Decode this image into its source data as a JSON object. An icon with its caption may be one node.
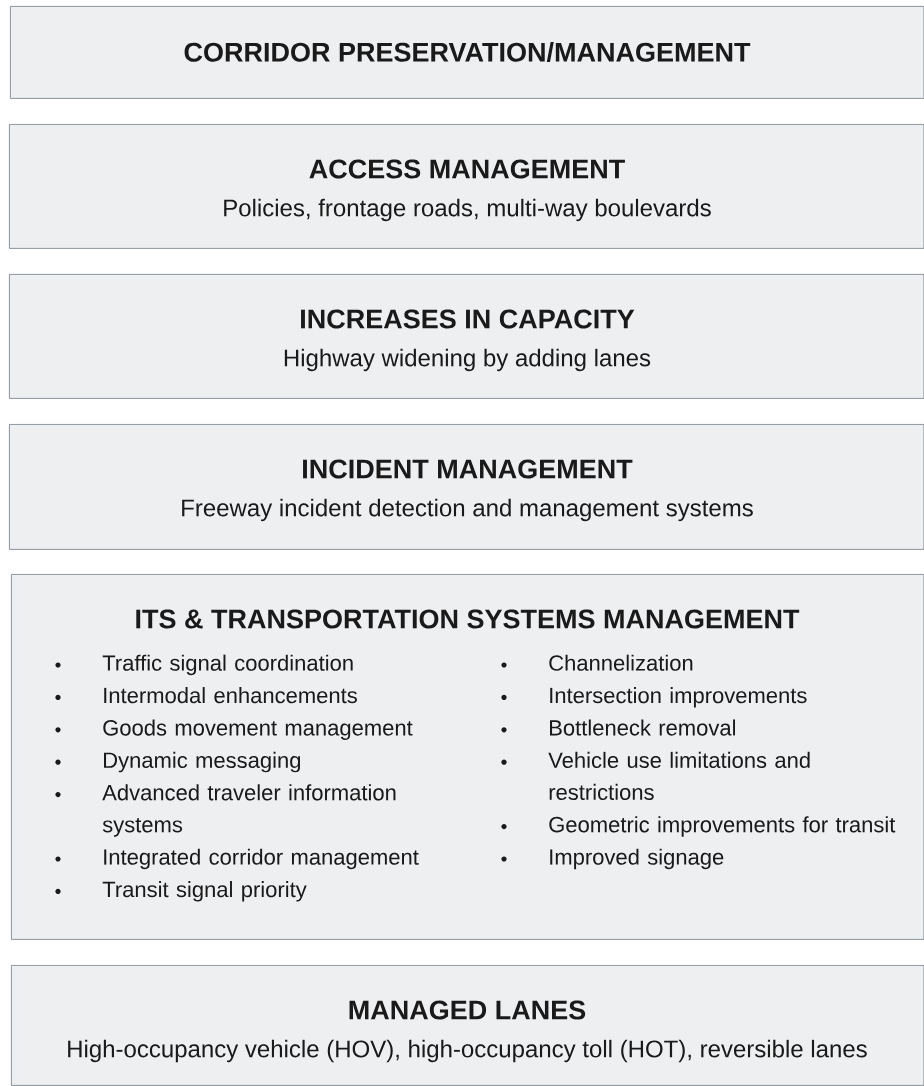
{
  "diagram": {
    "nodes": [
      {
        "text": [
          "CORRIDOR PRESERVATION/MANAGEMENT"
        ]
      },
      {
        "text": [
          "ACCESS MANAGEMENT",
          "Policies, frontage roads, multi-way boulevards"
        ]
      },
      {
        "text": [
          "INCREASES IN CAPACITY",
          "Highway widening by adding lanes"
        ]
      },
      {
        "text": [
          "INCIDENT MANAGEMENT",
          "Freeway incident detection and management systems"
        ]
      },
      {
        "text": [
          "ITS & TRANSPORTATION SYSTEMS MANAGEMENT",
          "Traffic signal coordination",
          "Intermodal enhancements",
          "Goods movement management",
          "Dynamic messaging",
          "Advanced traveler information systems",
          "Integrated corridor management",
          "Transit signal priority",
          "Channelization",
          "Intersection improvements",
          "Bottleneck removal",
          "Vehicle use limitations and restrictions",
          "Geometric improvements for transit",
          "Improved signage"
        ]
      },
      {
        "text": [
          "MANAGED LANES",
          "High-occupancy vehicle (HOV), high-occupancy toll (HOT), reversible lanes"
        ]
      }
    ]
  }
}
